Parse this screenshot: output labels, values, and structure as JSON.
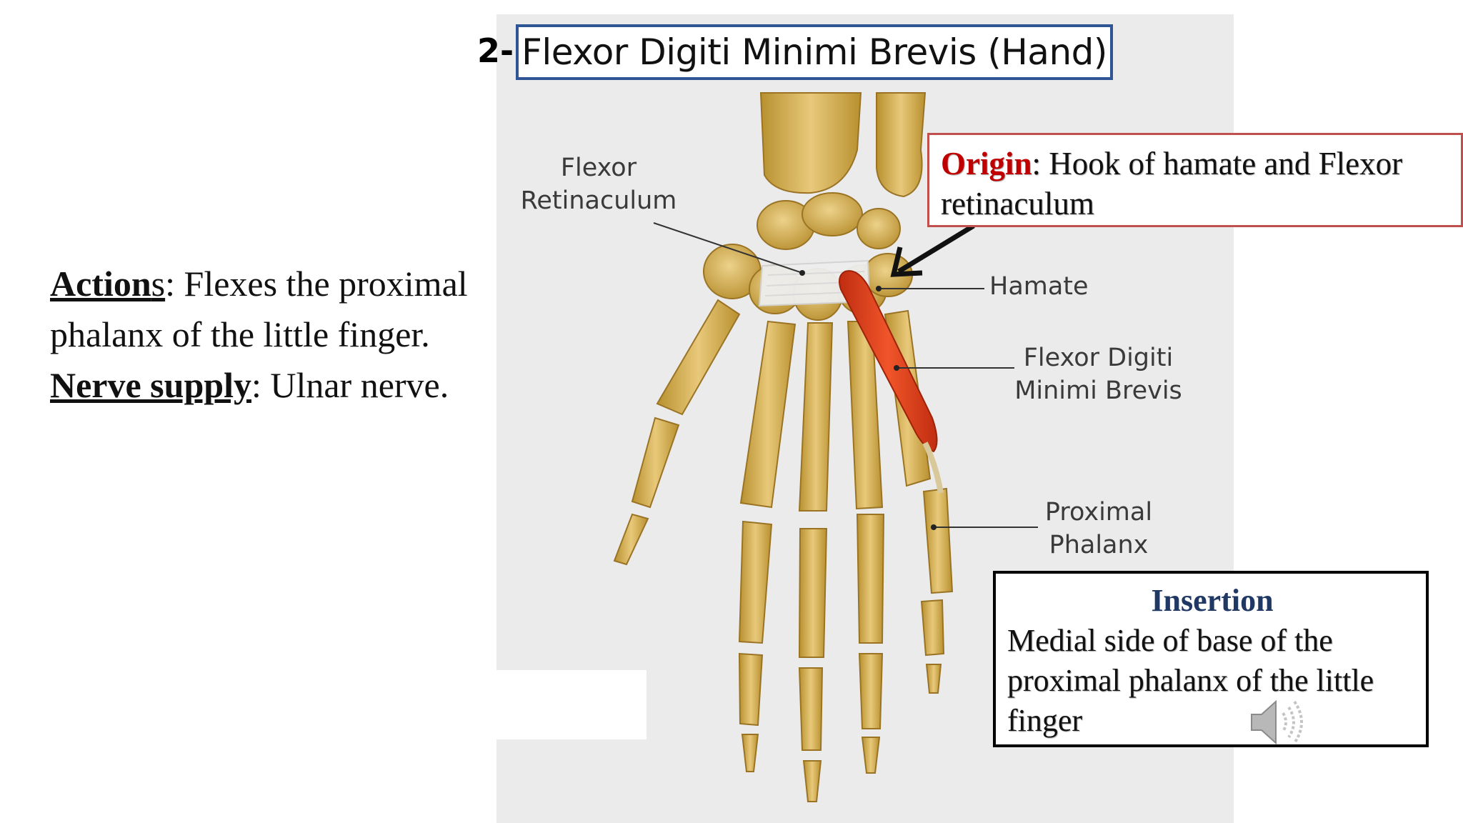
{
  "title": {
    "number": "2-",
    "text": "Flexor Digiti Minimi Brevis (Hand)"
  },
  "left_text": {
    "actions_label_underlined": "Action",
    "actions_label_rest": "s",
    "actions_text": ": Flexes the proximal phalanx of the little finger.",
    "nerve_label": "Nerve supply",
    "nerve_text": ": Ulnar nerve."
  },
  "origin": {
    "label": "Origin",
    "text": ": Hook of hamate and Flexor retinaculum"
  },
  "insertion": {
    "heading": "Insertion",
    "text": "Medial side of base of the proximal phalanx of the little finger"
  },
  "figure_labels": {
    "flexor_retinaculum_line1": "Flexor",
    "flexor_retinaculum_line2": "Retinaculum",
    "hamate": "Hamate",
    "fdmb_line1": "Flexor Digiti",
    "fdmb_line2": "Minimi Brevis",
    "proximal_phalanx_line1": "Proximal",
    "proximal_phalanx_line2": "Phalanx"
  },
  "icons": [
    "speaker-icon",
    "arrow-icon"
  ],
  "colors": {
    "title_border": "#2f5597",
    "origin_border": "#c0504d",
    "origin_label": "#c00000",
    "insertion_heading": "#1f3864",
    "bone": "#d9b45a",
    "muscle": "#e0421e"
  }
}
